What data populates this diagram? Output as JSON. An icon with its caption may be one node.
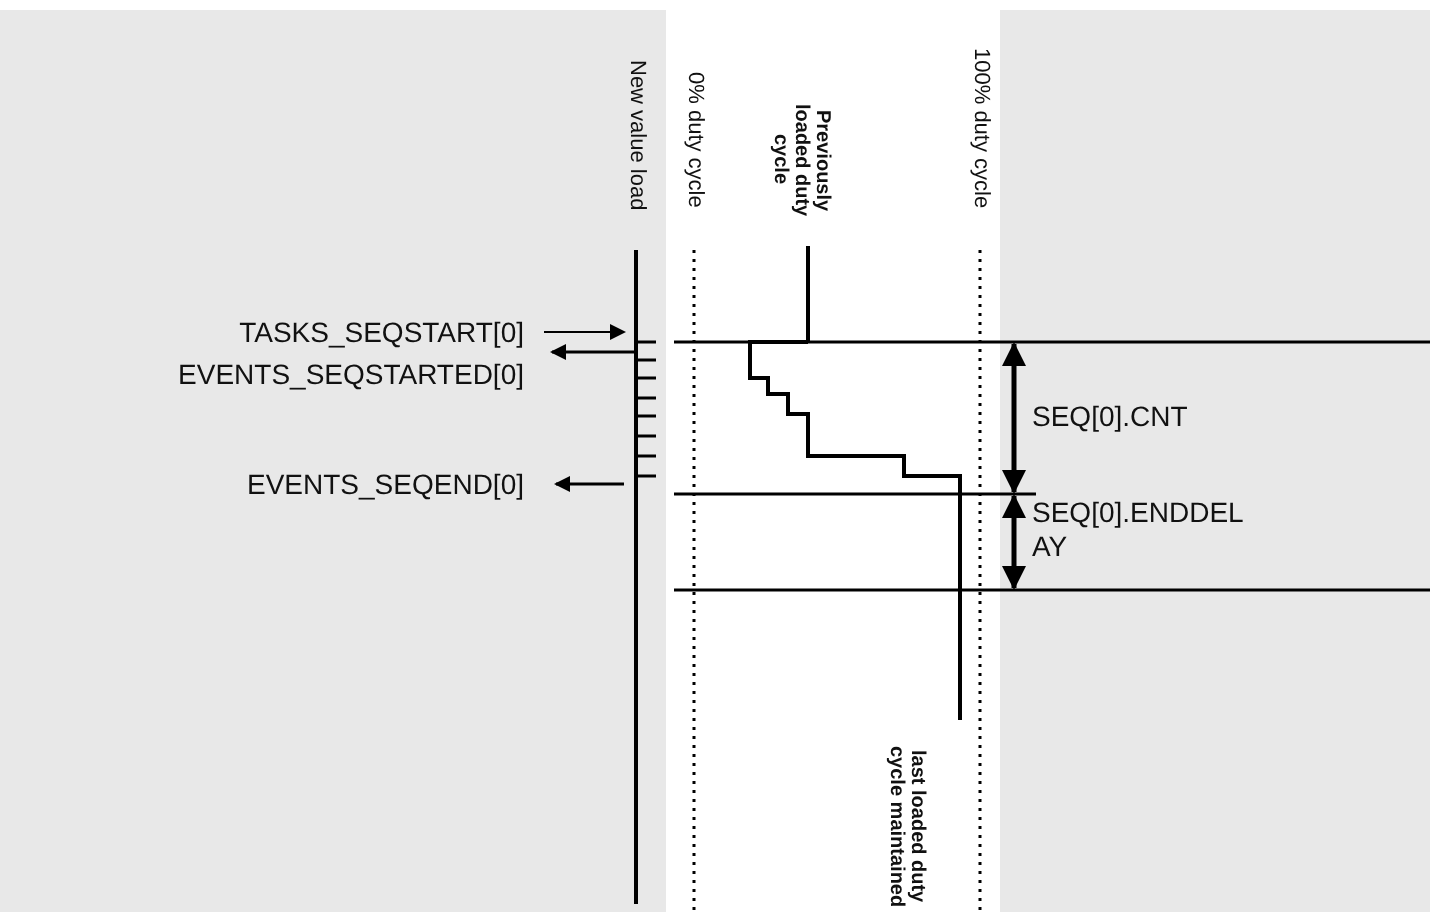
{
  "diagram": {
    "labels": [
      "New value load",
      "0% duty cycle",
      "Previously loaded duty cycle",
      "100% duty cycle",
      "TASKS_SEQSTART[0]",
      "EVENTS_SEQSTARTED[0]",
      "SEQ[0].CNT",
      "EVENTS_SEQEND[0]",
      "SEQ[0].ENDDELAY",
      "last loaded duty cycle maintained"
    ]
  }
}
